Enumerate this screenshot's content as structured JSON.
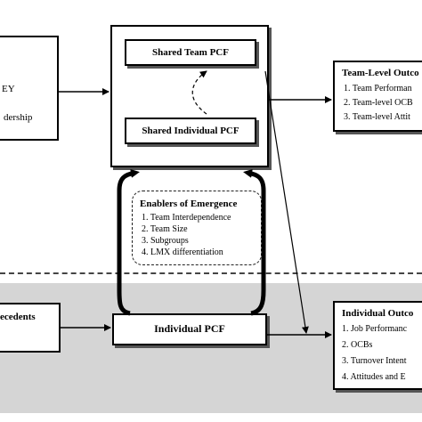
{
  "left_top_box": {
    "line1": "EY",
    "line2": "dership"
  },
  "shared_team_pcf": "Shared Team PCF",
  "shared_individual_pcf": "Shared Individual PCF",
  "enablers": {
    "title": "Enablers of Emergence",
    "items": [
      "1. Team Interdependence",
      "2. Team Size",
      "3. Subgroups",
      "4. LMX differentiation"
    ]
  },
  "team_outcomes": {
    "title": "Team-Level Outco",
    "items": [
      "1. Team Performan",
      "2. Team-level OCB",
      "3. Team-level Attit"
    ]
  },
  "antecedents_label": "ecedents",
  "individual_pcf": "Individual PCF",
  "individual_outcomes": {
    "title": "Individual Outco",
    "items": [
      "1. Job Performanc",
      "2. OCBs",
      "3. Turnover Intent",
      "4. Attitudes and E"
    ]
  }
}
